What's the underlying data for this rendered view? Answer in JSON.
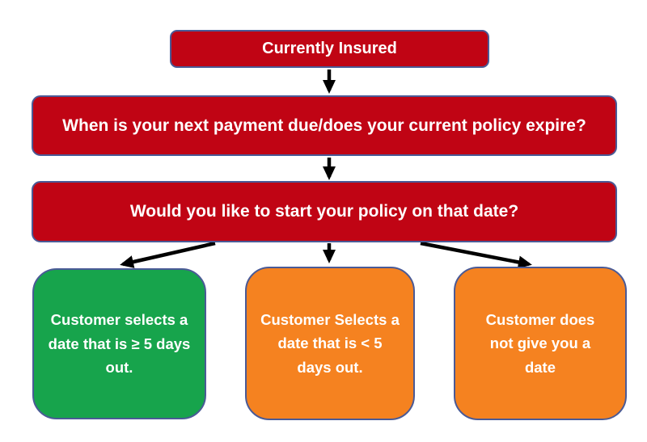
{
  "title": "Currently Insured Flowchart",
  "colors": {
    "red": "#c00414",
    "green": "#17a44c",
    "orange": "#f58220",
    "border": "#4a5a96",
    "arrow": "#000000",
    "text": "#ffffff",
    "background": "#ffffff"
  },
  "flowchart": {
    "nodes": [
      {
        "id": "currently-insured",
        "label": "Currently Insured",
        "color": "red"
      },
      {
        "id": "payment-due-question",
        "label": "When is your next payment due/does your current policy expire?",
        "color": "red"
      },
      {
        "id": "start-policy-question",
        "label": "Would you like to start your policy on that date?",
        "color": "red"
      },
      {
        "id": "date-5-or-more-days",
        "label": "Customer selects a date that is ≥ 5 days out.",
        "color": "green"
      },
      {
        "id": "date-less-than-5-days",
        "label": "Customer Selects a date that is < 5 days out.",
        "color": "orange"
      },
      {
        "id": "no-date-given",
        "label": "Customer does not give you a date",
        "color": "orange"
      }
    ],
    "edges": [
      {
        "from": "currently-insured",
        "to": "payment-due-question"
      },
      {
        "from": "payment-due-question",
        "to": "start-policy-question"
      },
      {
        "from": "start-policy-question",
        "to": "date-5-or-more-days"
      },
      {
        "from": "start-policy-question",
        "to": "date-less-than-5-days"
      },
      {
        "from": "start-policy-question",
        "to": "no-date-given"
      }
    ]
  }
}
